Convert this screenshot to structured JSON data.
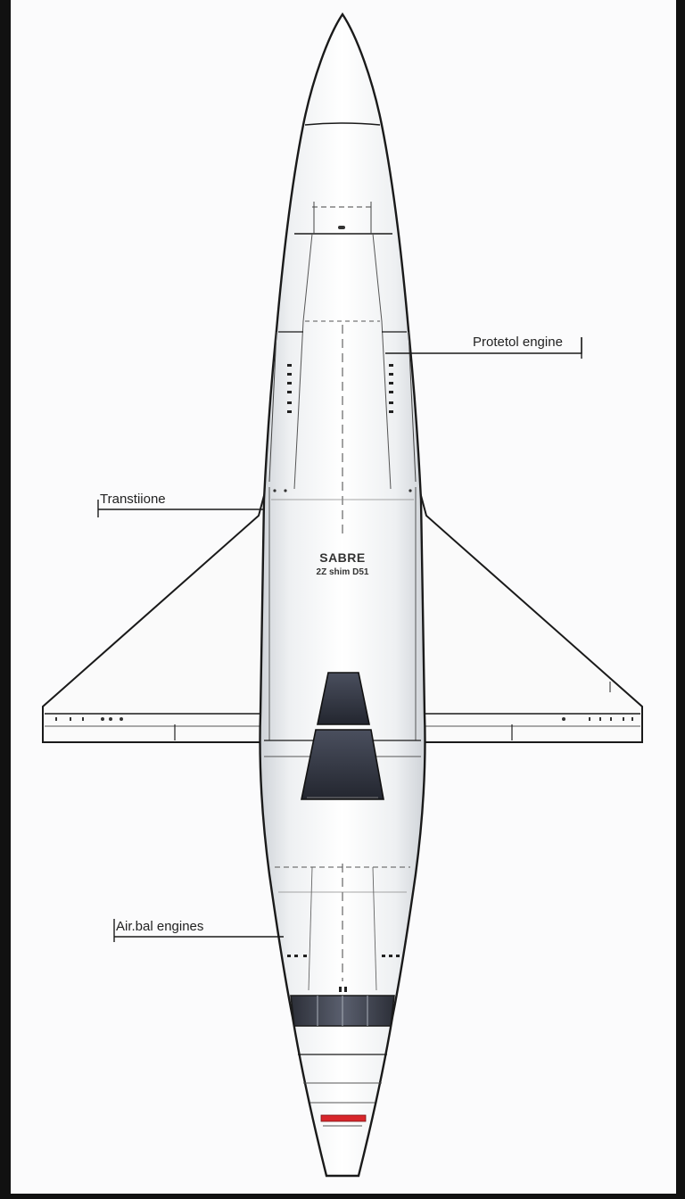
{
  "callouts": {
    "protetol_engine": "Protetol engine",
    "transtiione": "Transtiione",
    "airbal_engines": "Air.bal engines"
  },
  "fuselage_marking": {
    "name": "SABRE",
    "code": "2Z shim D51"
  },
  "colors": {
    "hull": "#f2f3f5",
    "outline": "#1a1a1a",
    "dark_panel": "#2f3340",
    "red_stripe": "#d8262b",
    "background": "#fbfbfc"
  }
}
